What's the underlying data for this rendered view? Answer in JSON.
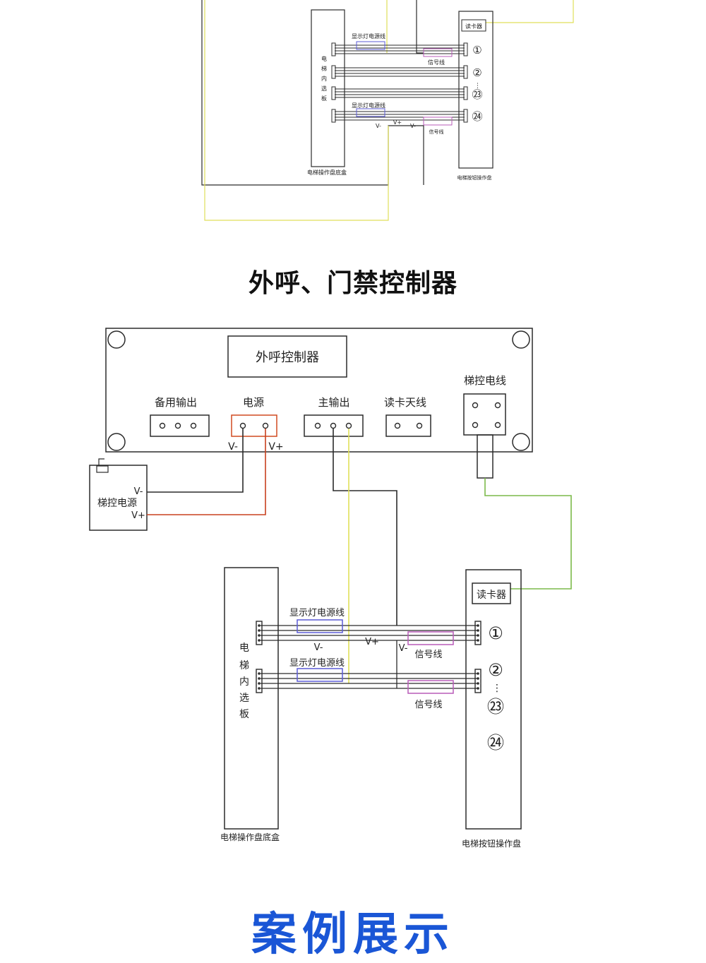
{
  "colors": {
    "black_wire": "#2b2b2b",
    "red_wire": "#c8401e",
    "yellow_wire": "#e0df5a",
    "green_wire": "#7cba4a",
    "power_box_border": "#d04a20",
    "led_block": "#5b5bd6",
    "signal_block": "#b95bb9",
    "footer_blue": "#1a56d6"
  },
  "top_diagram": {
    "card_reader": "读卡器",
    "led_power_label_1": "显示灯电源线",
    "led_power_label_2": "显示灯电源线",
    "signal_label_1": "信号线",
    "signal_label_2": "信号线",
    "panel_chars": [
      "电",
      "梯",
      "内",
      "选",
      "板"
    ],
    "btn_1": "①",
    "btn_2": "②",
    "btn_23": "㉓",
    "btn_24": "㉔",
    "vminus_1": "V-",
    "vplus": "V+",
    "vminus_2": "V-",
    "box_caption": "电梯操作盘底盒",
    "button_caption": "电梯按钮操作盘"
  },
  "section_heading": "外呼、门禁控制器",
  "controller": {
    "title": "外呼控制器",
    "backup_output": "备用输出",
    "power": "电源",
    "main_output": "主输出",
    "antenna": "读卡天线",
    "elevator_cable": "梯控电线",
    "vminus": "V-",
    "vplus": "V+"
  },
  "power_supply": {
    "name": "梯控电源",
    "vminus": "V-",
    "vplus": "V+"
  },
  "bottom_diagram": {
    "card_reader": "读卡器",
    "led_power_label_1": "显示灯电源线",
    "led_power_label_2": "显示灯电源线",
    "signal_label_1": "信号线",
    "signal_label_2": "信号线",
    "panel_chars": [
      "电",
      "梯",
      "内",
      "选",
      "板"
    ],
    "btn_1": "①",
    "btn_2": "②",
    "btn_23": "㉓",
    "btn_24": "㉔",
    "vminus_1": "V-",
    "vplus": "V+",
    "vminus_2": "V-",
    "box_caption": "电梯操作盘底盒",
    "button_caption": "电梯按钮操作盘"
  },
  "footer_title": "案例展示"
}
